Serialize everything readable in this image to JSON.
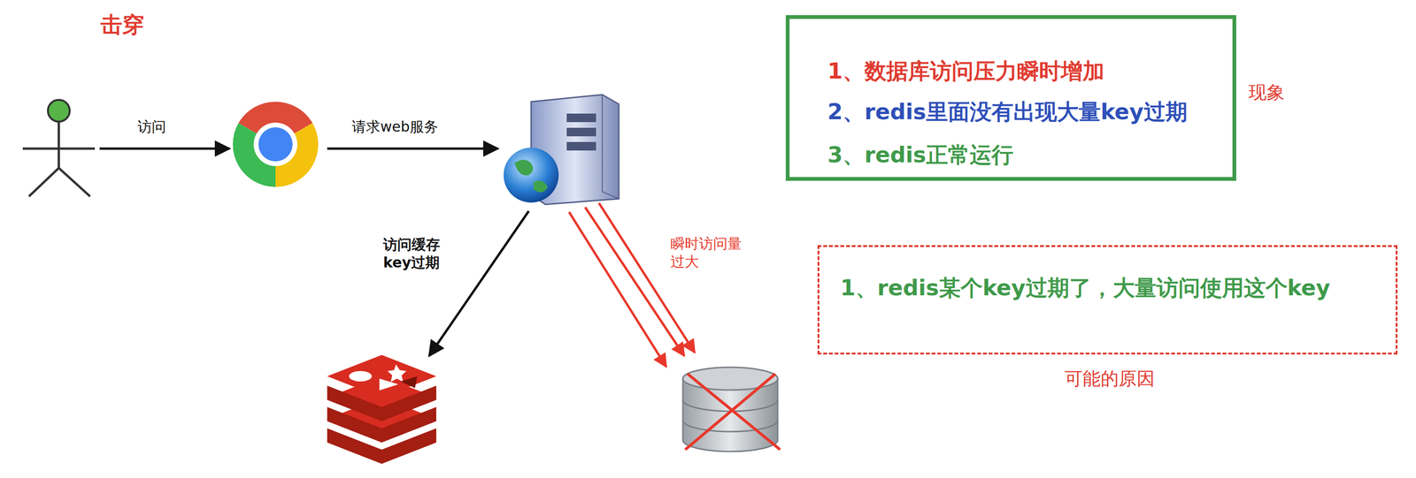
{
  "diagram": {
    "title": "击穿",
    "nodes": [
      {
        "text": [
          "1、数据库访问压力瞬时增加",
          "2、redis里面没有出现大量key过期",
          "3、redis正常运行",
          "现象"
        ]
      },
      {
        "text": [
          "1、redis某个key过期了，大量访问使用这个key",
          "可能的原因"
        ]
      }
    ],
    "labels": [
      "访问",
      "请求web服务",
      "访问缓存 key过期",
      "瞬时访问量 过大"
    ]
  }
}
